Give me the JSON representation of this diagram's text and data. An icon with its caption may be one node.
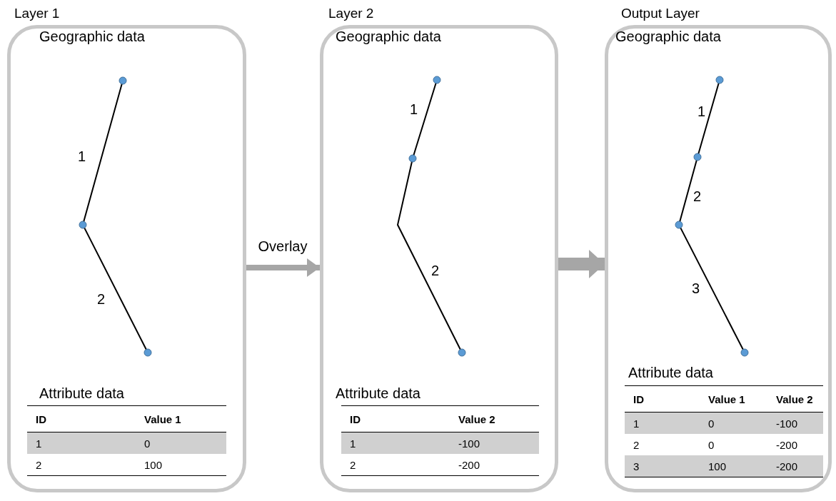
{
  "diagram": {
    "nodes": [
      {
        "text": [
          "Layer 1",
          "Geographic data",
          "Attribute data"
        ]
      },
      {
        "text": [
          "Layer 2",
          "Geographic data",
          "Attribute data"
        ]
      },
      {
        "text": [
          "Output Layer",
          "Geographic data",
          "Attribute data"
        ]
      }
    ],
    "edges": [
      {
        "from": 0,
        "to": 1,
        "arrow": "to",
        "label": "Overlay",
        "color": "#a6a6a6"
      },
      {
        "from": 1,
        "to": 2,
        "arrow": "to",
        "style": "thick",
        "color": "#a6a6a6"
      }
    ],
    "labels": [
      "1",
      "2",
      "ID",
      "Value 1",
      "1",
      "0",
      "2",
      "100",
      "1",
      "2",
      "ID",
      "Value 2",
      "1",
      "-100",
      "2",
      "-200",
      "1",
      "2",
      "3",
      "ID",
      "Value 1",
      "Value 2",
      "1",
      "0",
      "-100",
      "2",
      "0",
      "-200",
      "3",
      "100",
      "-200"
    ]
  }
}
